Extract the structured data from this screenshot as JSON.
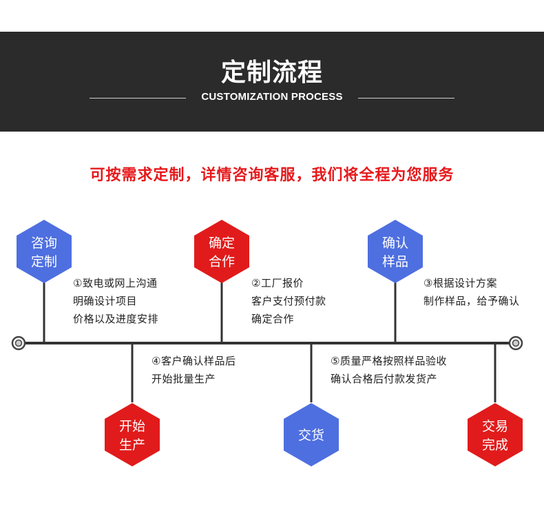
{
  "header": {
    "title": "定制流程",
    "subtitle": "CUSTOMIZATION PROCESS",
    "background": "#2b2b2b"
  },
  "tagline": "可按需求定制，详情咨询客服，我们将全程为您服务",
  "colors": {
    "blue": "#4e6fe0",
    "red": "#e11b1b",
    "timeline": "#333333"
  },
  "steps_top": [
    {
      "node": [
        "咨询",
        "定制"
      ],
      "color": "blue",
      "desc": [
        "①致电或网上沟通",
        "明确设计项目",
        "价格以及进度安排"
      ]
    },
    {
      "node": [
        "确定",
        "合作"
      ],
      "color": "red",
      "desc": [
        "②工厂报价",
        "客户支付预付款",
        "确定合作"
      ]
    },
    {
      "node": [
        "确认",
        "样品"
      ],
      "color": "blue",
      "desc": [
        "③根据设计方案",
        "制作样品，给予确认"
      ]
    }
  ],
  "steps_bottom": [
    {
      "node": [
        "开始",
        "生产"
      ],
      "color": "red",
      "desc": [
        "④客户确认样品后",
        "开始批量生产"
      ]
    },
    {
      "node": [
        "交货"
      ],
      "color": "blue",
      "desc": [
        "⑤质量严格按照样品验收",
        "确认合格后付款发货产"
      ]
    },
    {
      "node": [
        "交易",
        "完成"
      ],
      "color": "red",
      "desc": []
    }
  ]
}
